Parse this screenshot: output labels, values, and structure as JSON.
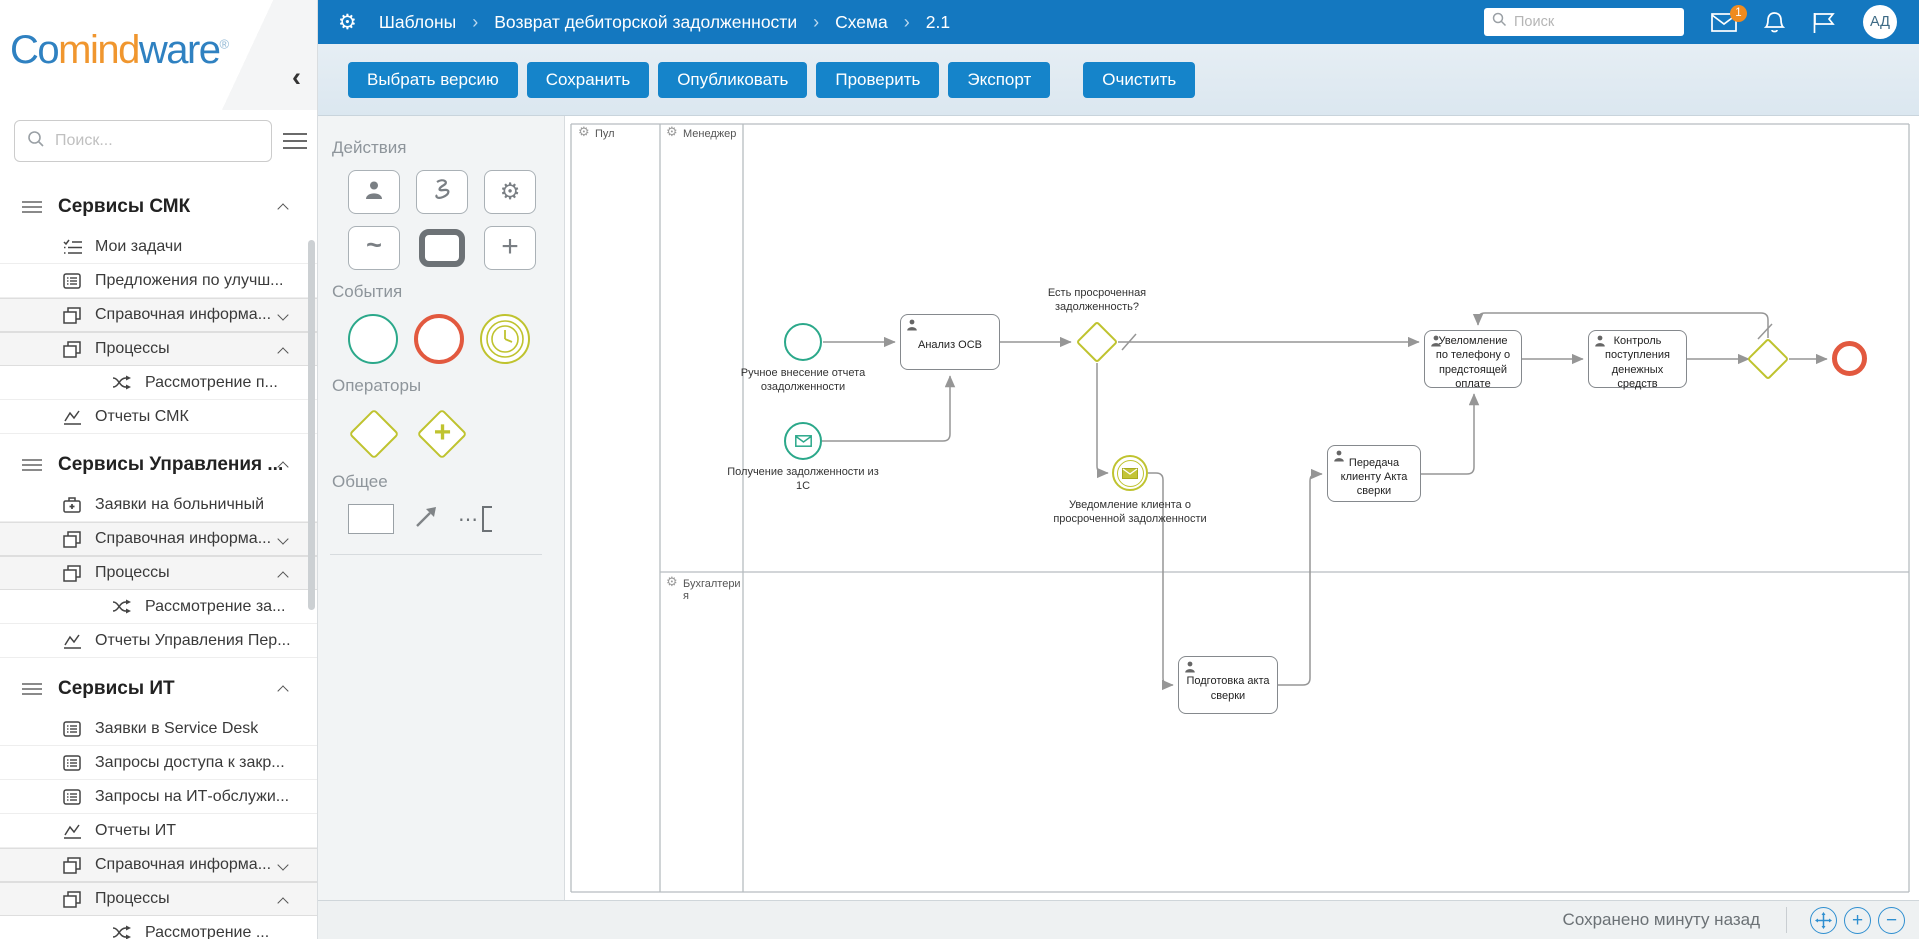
{
  "colors": {
    "accent": "#1478c0",
    "green": "#2ba88a",
    "yellow": "#bfc32f",
    "red": "#e2593f",
    "badge_orange": "#ef8b1f"
  },
  "brand": {
    "co": "Co",
    "mind": "mind",
    "ware": "ware",
    "reg": "®",
    "collapse": "‹"
  },
  "topbar": {
    "breadcrumb": {
      "sep": "›",
      "root": "Шаблоны",
      "template": "Возврат дебиторской задолженности",
      "page": "Схема",
      "version": "2.1"
    },
    "search_placeholder": "Поиск",
    "mail_badge": "1",
    "avatar_initials": "АД"
  },
  "toolbar": {
    "select_version": "Выбрать версию",
    "save": "Сохранить",
    "publish": "Опубликовать",
    "check": "Проверить",
    "export": "Экспорт",
    "clear": "Очистить"
  },
  "sidebar": {
    "search_placeholder": "Поиск...",
    "rows": [
      {
        "label": "Сервисы СМК"
      },
      {
        "label": "Мои задачи"
      },
      {
        "label": "Предложения по улучш..."
      },
      {
        "label": "Справочная информа..."
      },
      {
        "label": "Процессы"
      },
      {
        "label": "Рассмотрение п..."
      },
      {
        "label": "Отчеты СМК"
      },
      {
        "label": "Сервисы Управления ..."
      },
      {
        "label": "Заявки на больничный"
      },
      {
        "label": "Справочная информа..."
      },
      {
        "label": "Процессы"
      },
      {
        "label": "Рассмотрение за..."
      },
      {
        "label": "Отчеты Управления Пер..."
      },
      {
        "label": "Сервисы ИТ"
      },
      {
        "label": "Заявки в Service Desk"
      },
      {
        "label": "Запросы доступа к закр..."
      },
      {
        "label": "Запросы на ИТ-обслужи..."
      },
      {
        "label": "Отчеты ИТ"
      },
      {
        "label": "Справочная информа..."
      },
      {
        "label": "Процессы"
      },
      {
        "label": "Рассмотрение ..."
      }
    ]
  },
  "palette": {
    "actions_title": "Действия",
    "events_title": "События",
    "operators_title": "Операторы",
    "general_title": "Общее"
  },
  "diagram": {
    "pool_label": "Пул",
    "lane1_label": "Менеджер",
    "lane2_label": "Бухгалтерия",
    "nodes": {
      "start_manual": "Ручное внесение отчета озадолженности",
      "start_msg": "Получение задолженности из 1С",
      "task_analysis": "Анализ ОСВ",
      "gateway_overdue": "Есть просроченная задолженность?",
      "event_notify": "Уведомление клиента о просроченной задолженности",
      "task_prepare": "Подготовка акта сверки",
      "task_send": "Передача клиенту Акта сверки",
      "task_phone": "Увеломление по телефону о предстоящей оплате",
      "task_control": "Контроль поступления денежных средств"
    }
  },
  "statusbar": {
    "saved": "Сохранено минуту назад"
  }
}
